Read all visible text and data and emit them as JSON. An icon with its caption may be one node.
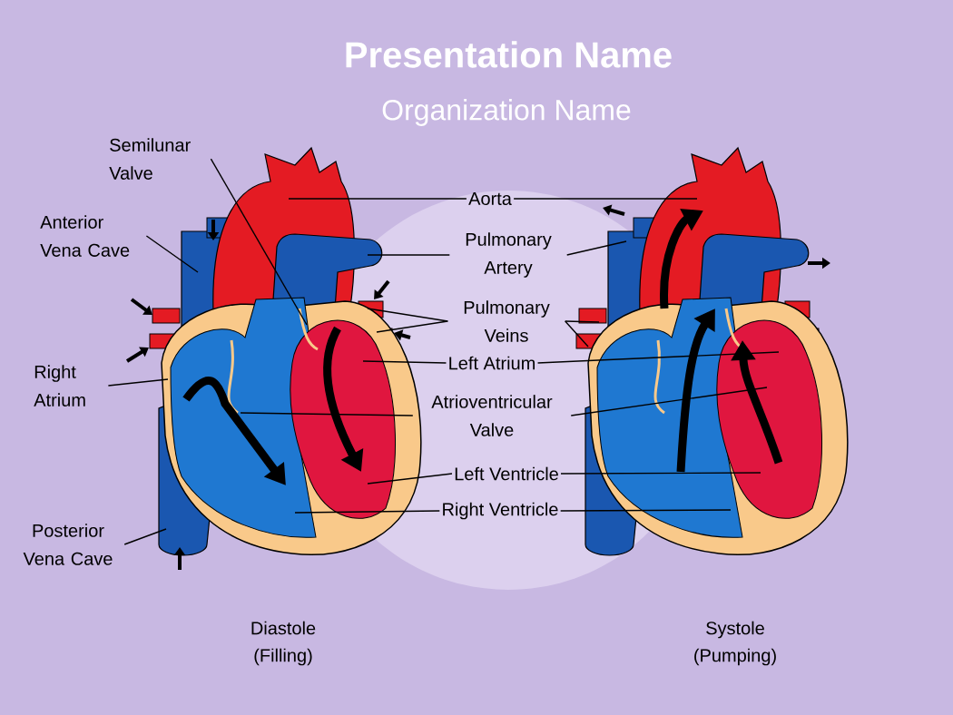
{
  "diagram": {
    "title": "Presentation Name",
    "nodes": [
      {
        "text": [
          "Semilunar Valve"
        ]
      },
      {
        "text": [
          "Anterior Vena Cave"
        ]
      },
      {
        "text": [
          "Right Atrium"
        ]
      },
      {
        "text": [
          "Posterior Vena Cave"
        ]
      },
      {
        "text": [
          "Aorta"
        ]
      },
      {
        "text": [
          "Pulmonary Artery"
        ]
      },
      {
        "text": [
          "Pulmonary Veins"
        ]
      },
      {
        "text": [
          "Left Atrium"
        ]
      },
      {
        "text": [
          "Atrioventricular Valve"
        ]
      },
      {
        "text": [
          "Left Ventricle"
        ]
      },
      {
        "text": [
          "Right Ventricle"
        ]
      }
    ],
    "edges": [
      {
        "from": 0,
        "to": null,
        "arrow": "none"
      },
      {
        "from": 1,
        "to": null,
        "arrow": "none"
      },
      {
        "from": 2,
        "to": null,
        "arrow": "none"
      },
      {
        "from": 3,
        "to": null,
        "arrow": "none"
      },
      {
        "from": 4,
        "to": null,
        "arrow": "none"
      },
      {
        "from": 4,
        "to": null,
        "arrow": "none"
      },
      {
        "from": 5,
        "to": null,
        "arrow": "none"
      },
      {
        "from": 5,
        "to": null,
        "arrow": "none"
      },
      {
        "from": 6,
        "to": null,
        "arrow": "none"
      },
      {
        "from": 6,
        "to": null,
        "arrow": "none"
      },
      {
        "from": 6,
        "to": null,
        "arrow": "none"
      },
      {
        "from": 6,
        "to": null,
        "arrow": "none"
      },
      {
        "from": 7,
        "to": null,
        "arrow": "none"
      },
      {
        "from": 7,
        "to": null,
        "arrow": "none"
      },
      {
        "from": 8,
        "to": null,
        "arrow": "none"
      },
      {
        "from": 8,
        "to": null,
        "arrow": "none"
      },
      {
        "from": 9,
        "to": null,
        "arrow": "none"
      },
      {
        "from": 9,
        "to": null,
        "arrow": "none"
      },
      {
        "from": 10,
        "to": null,
        "arrow": "none"
      },
      {
        "from": 10,
        "to": null,
        "arrow": "none"
      }
    ],
    "labels": [
      "Organization Name",
      "Diastole (Filling)",
      "Systole (Pumping)"
    ]
  }
}
